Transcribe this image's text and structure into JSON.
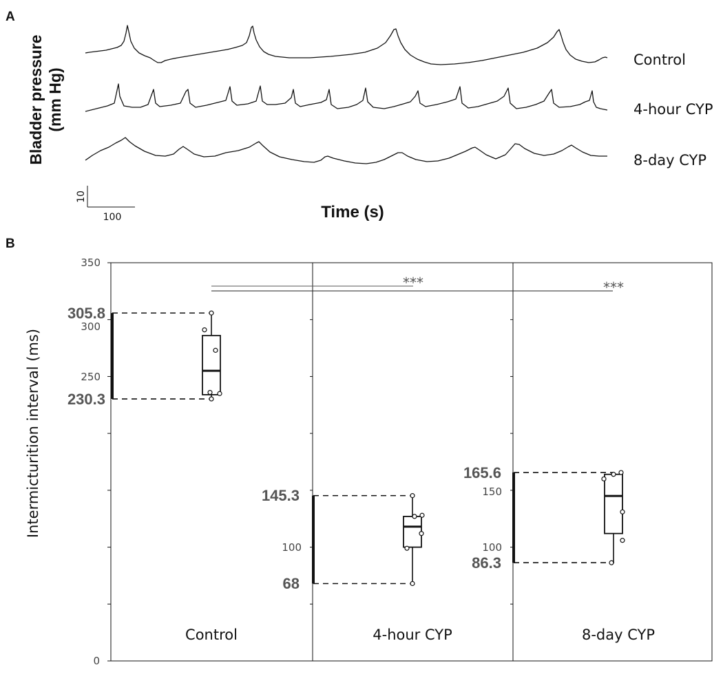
{
  "panel_a": {
    "letter": "A",
    "ylabel_line1": "Bladder pressure",
    "ylabel_line2": "(mm Hg)",
    "xlabel": "Time (s)",
    "scale_bar": {
      "vertical_label": "10",
      "horizontal_label": "100"
    },
    "traces": [
      {
        "label": "Control"
      },
      {
        "label": "4-hour CYP"
      },
      {
        "label": "8-day CYP"
      }
    ]
  },
  "panel_b": {
    "letter": "B",
    "ylabel": "Intermicturition interval (ms)",
    "significance": [
      "***",
      "***"
    ]
  },
  "chart_data": {
    "type": "box",
    "categories": [
      "Control",
      "4-hour CYP",
      "8-day CYP"
    ],
    "ylabel": "Intermicturition interval (ms)",
    "panels": [
      {
        "name": "Control",
        "tick_labels": [
          "350",
          "300",
          "250"
        ],
        "ticks": [
          350,
          300,
          250
        ],
        "y_top": 350,
        "range_labels": {
          "max": "305.8",
          "min": "230.3"
        },
        "range": {
          "min": 230.3,
          "max": 305.8
        },
        "box": {
          "q1": 234,
          "median": 255,
          "q3": 286,
          "whisker_low": 230.3,
          "whisker_high": 305.8
        },
        "points": [
          305.8,
          291,
          273,
          236,
          235,
          230.3
        ]
      },
      {
        "name": "4-hour CYP",
        "tick_labels": [
          "100"
        ],
        "ticks": [
          100
        ],
        "y_top": 350,
        "range_labels": {
          "max": "145.3",
          "min": "68"
        },
        "range": {
          "min": 68,
          "max": 145.3
        },
        "box": {
          "q1": 100,
          "median": 118,
          "q3": 127,
          "whisker_low": 68,
          "whisker_high": 145.3
        },
        "points": [
          145.3,
          128,
          127,
          112,
          99,
          68
        ]
      },
      {
        "name": "8-day CYP",
        "tick_labels": [
          "150",
          "100"
        ],
        "ticks": [
          150,
          100
        ],
        "y_top": 350,
        "range_labels": {
          "max": "165.6",
          "min": "86.3"
        },
        "range": {
          "min": 86.3,
          "max": 165.6
        },
        "box": {
          "q1": 112,
          "median": 145,
          "q3": 164,
          "whisker_low": 86.3,
          "whisker_high": 165.6
        },
        "points": [
          165.6,
          164,
          160,
          131,
          106,
          86.3
        ]
      }
    ],
    "axis_zero_label": "0",
    "ylim": [
      0,
      350
    ],
    "comparisons": [
      {
        "from": "Control",
        "to": "4-hour CYP",
        "label": "***"
      },
      {
        "from": "Control",
        "to": "8-day CYP",
        "label": "***"
      }
    ]
  }
}
